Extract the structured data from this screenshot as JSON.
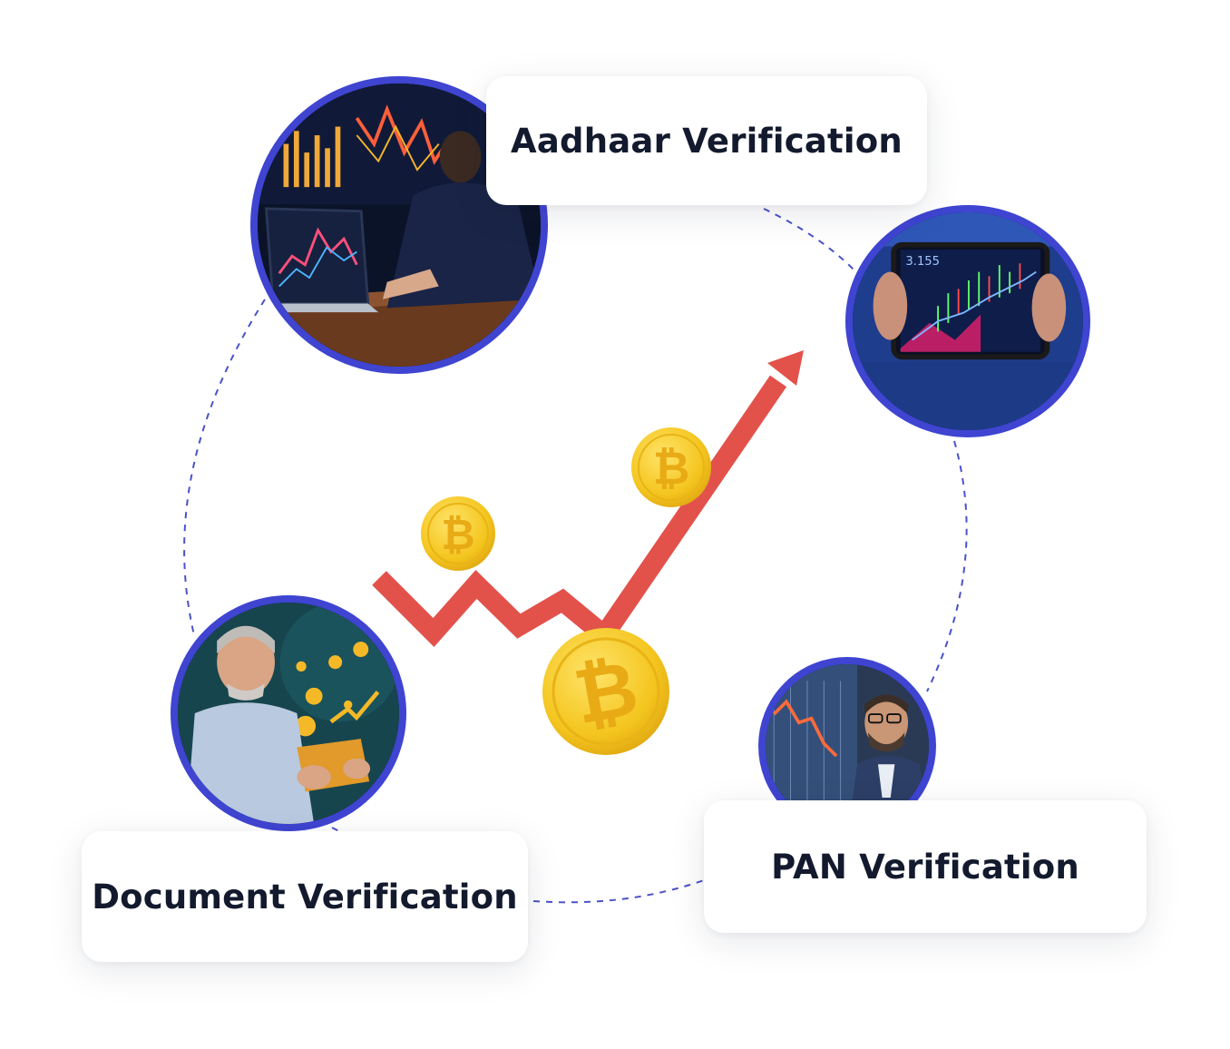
{
  "labels": {
    "aadhaar": "Aadhaar Verification",
    "document": "Document Verification",
    "pan": "PAN Verification"
  },
  "icons": [
    "bitcoin-coin-icon",
    "trend-arrow-icon"
  ],
  "colors": {
    "ring_border": "#3f44d1",
    "dashed_path": "#4a52c9",
    "trend_arrow": "#e2524b",
    "coin": "#f4c51e",
    "text": "#131a2e"
  }
}
